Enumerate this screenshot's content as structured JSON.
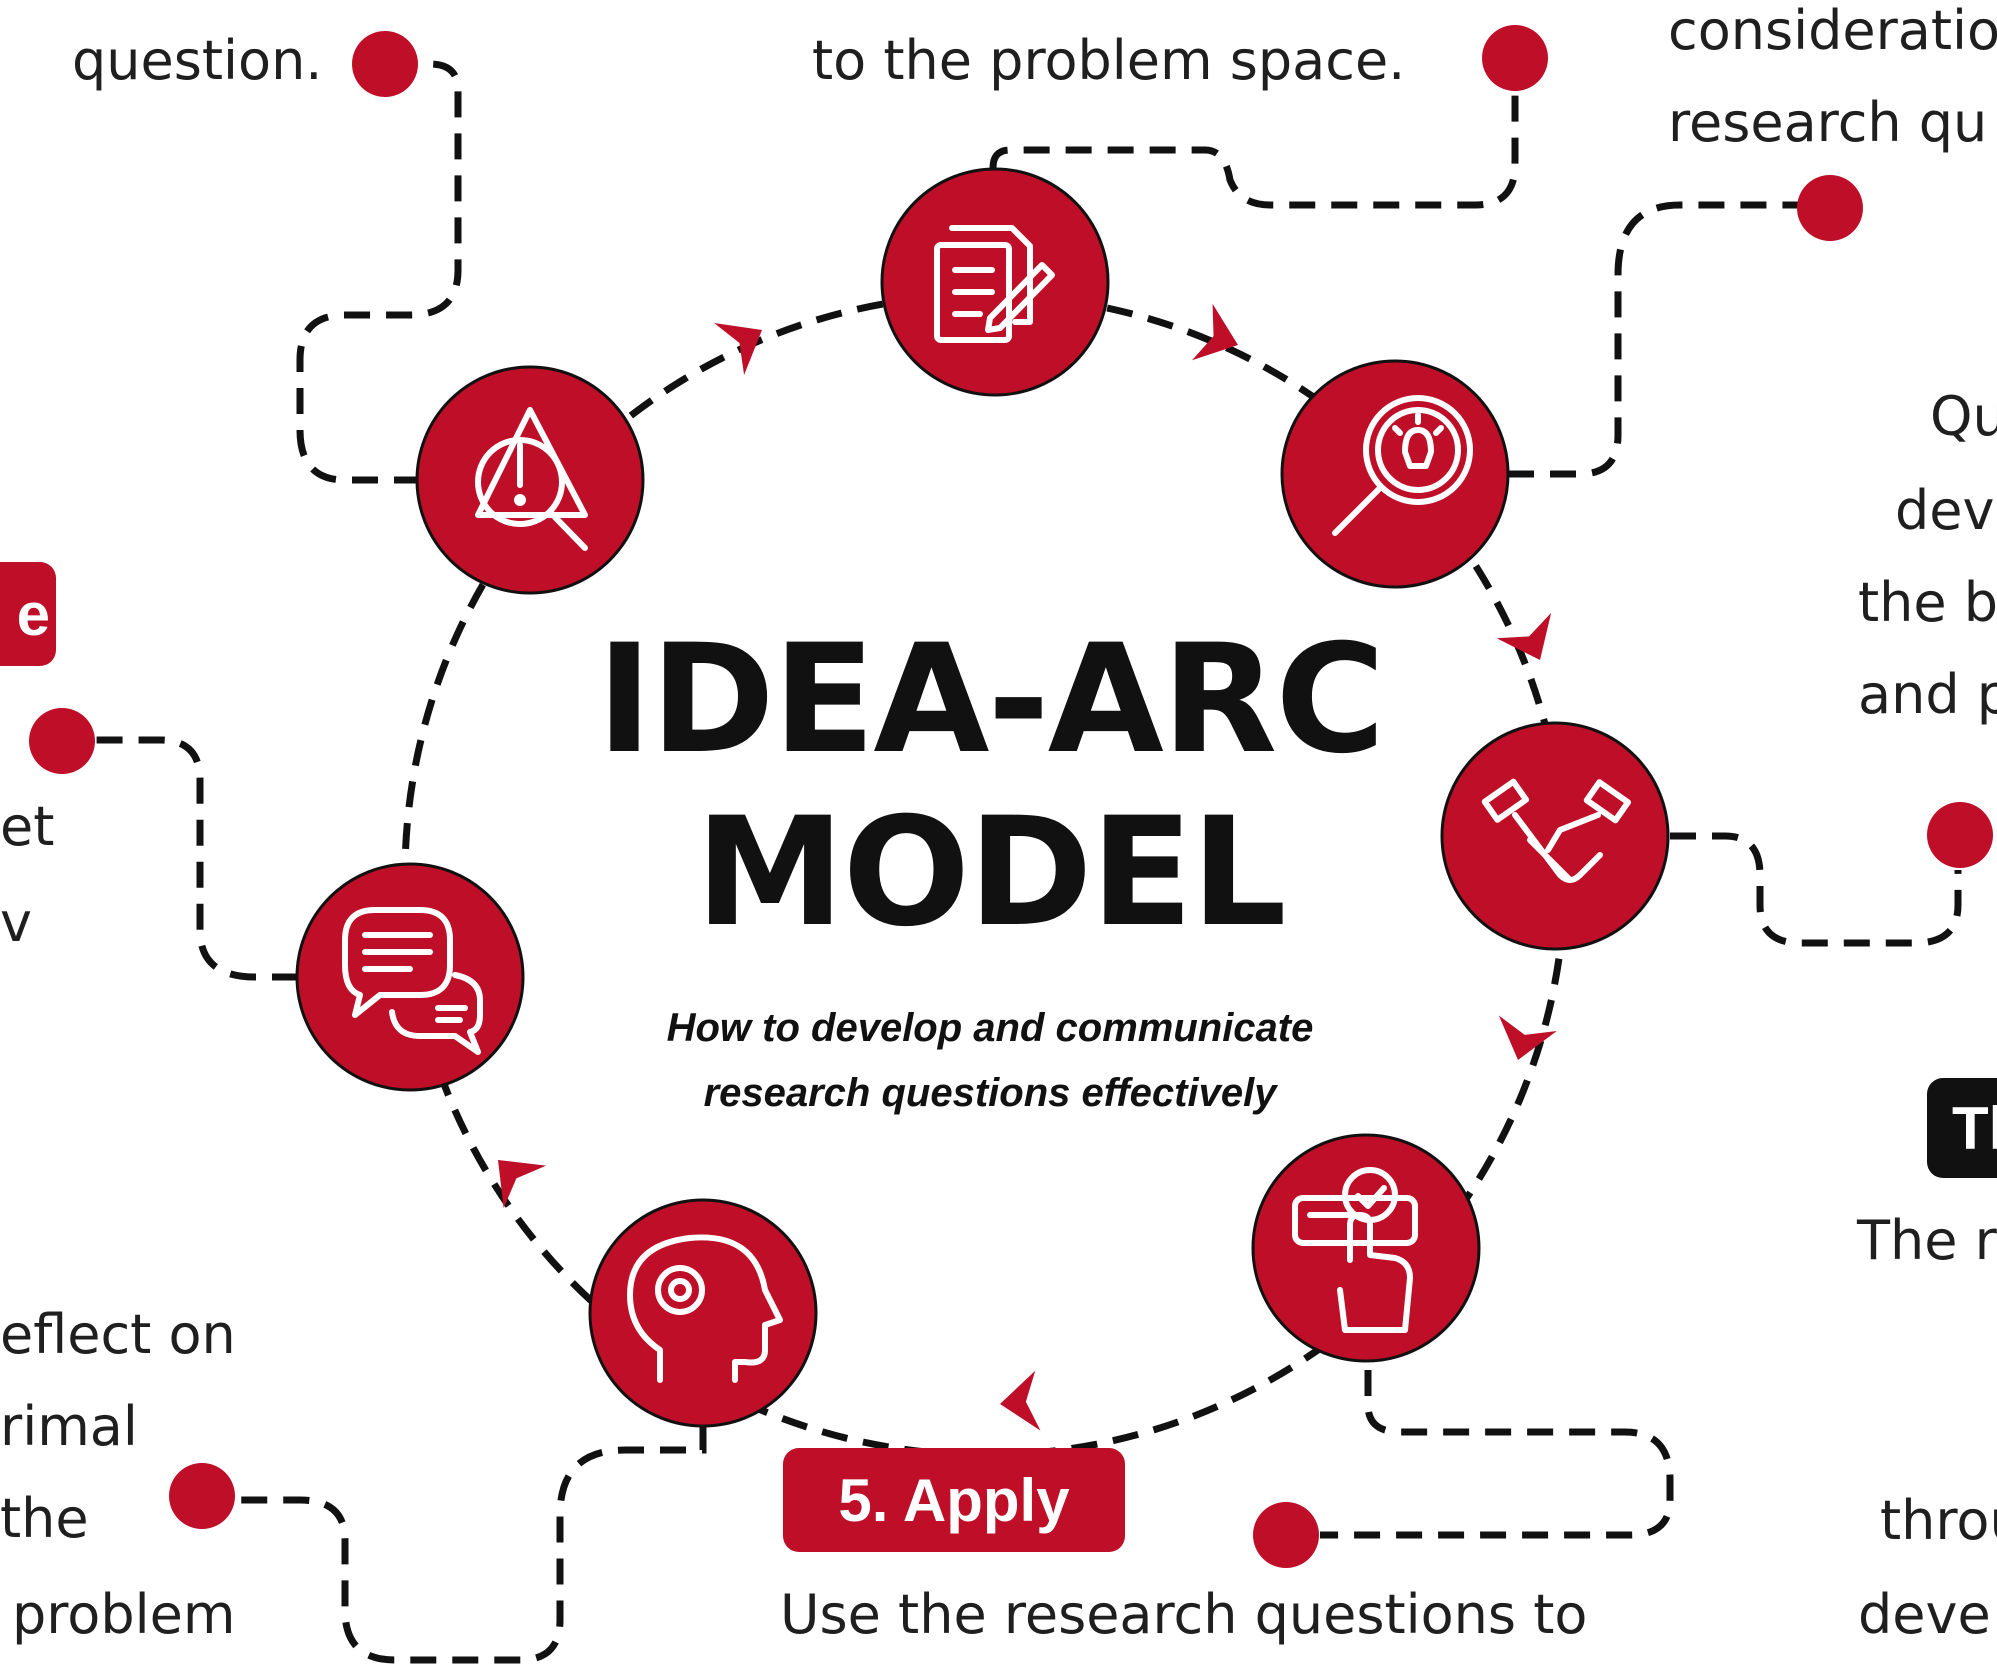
{
  "title": {
    "line1": "IDEA-ARC",
    "line2": "MODEL"
  },
  "subtitle": {
    "line1": "How to develop and communicate",
    "line2": "research questions effectively"
  },
  "colors": {
    "accent": "#BE0E28",
    "ink": "#111111",
    "badge_dark": "#111111"
  },
  "steps": [
    {
      "icon": "warning-search-icon"
    },
    {
      "icon": "document-edit-icon"
    },
    {
      "icon": "idea-search-icon"
    },
    {
      "icon": "handshake-icon"
    },
    {
      "icon": "checklist-touch-icon"
    },
    {
      "icon": "head-gear-icon"
    },
    {
      "icon": "chat-bubbles-icon"
    }
  ],
  "badges": {
    "apply": "5. Apply",
    "left_partial": "e",
    "right_partial": "Th"
  },
  "texts": {
    "top_left": "question.",
    "top_center": "to the problem space.",
    "top_right_1": "consideratio",
    "top_right_2": "research qu",
    "right_1": "Qu",
    "right_2": "dev",
    "right_3": "the b",
    "right_4": "and p",
    "left_1": "et",
    "left_2": "v",
    "right_th_text": "The r",
    "left_lower_1": "eflect on",
    "left_lower_2": "rimal",
    "left_lower_3": "the",
    "left_lower_4": "problem",
    "right_lower_1": "throu",
    "right_lower_2": "deve",
    "bottom_center": "Use the research questions to"
  }
}
